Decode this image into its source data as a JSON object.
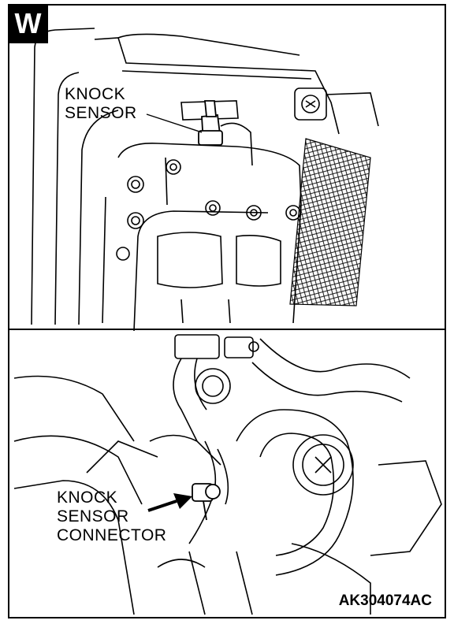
{
  "badge": "W",
  "top_callout": {
    "line1": "KNOCK",
    "line2": "SENSOR"
  },
  "bottom_callout": {
    "line1": "KNOCK",
    "line2": "SENSOR",
    "line3": "CONNECTOR"
  },
  "figure_id": "AK304074AC",
  "colors": {
    "ink": "#000000",
    "paper": "#ffffff"
  }
}
